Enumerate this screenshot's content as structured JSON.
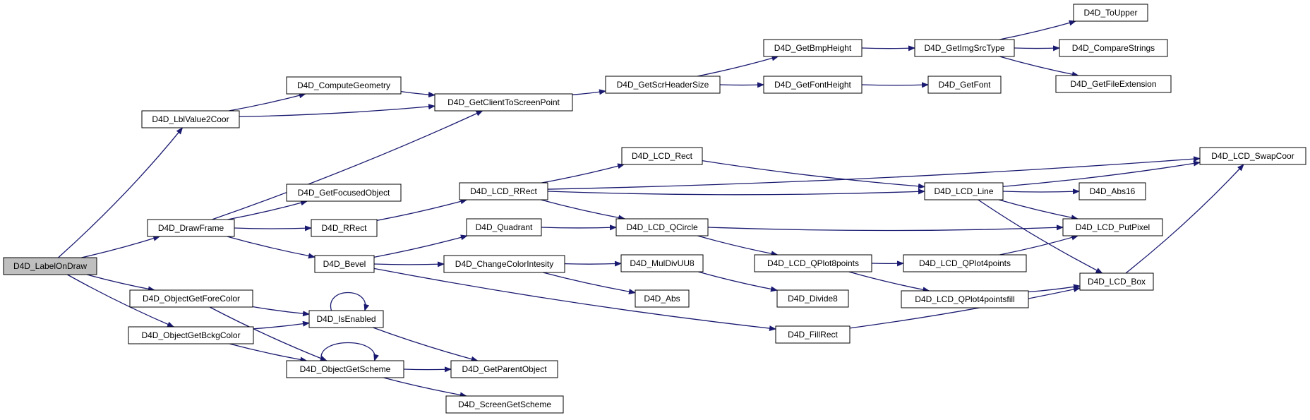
{
  "diagram": {
    "colors": {
      "edge": "#191970",
      "root_fill": "#bfbfbf",
      "node_fill": "#ffffff",
      "node_stroke": "#000000"
    },
    "nodes": [
      {
        "id": "LabelOnDraw",
        "label": "D4D_LabelOnDraw",
        "root": true
      },
      {
        "id": "LblValue2Coor",
        "label": "D4D_LblValue2Coor"
      },
      {
        "id": "DrawFrame",
        "label": "D4D_DrawFrame"
      },
      {
        "id": "ObjectGetForeColor",
        "label": "D4D_ObjectGetForeColor"
      },
      {
        "id": "ObjectGetBckgColor",
        "label": "D4D_ObjectGetBckgColor"
      },
      {
        "id": "ComputeGeometry",
        "label": "D4D_ComputeGeometry"
      },
      {
        "id": "GetFocusedObject",
        "label": "D4D_GetFocusedObject"
      },
      {
        "id": "RRect",
        "label": "D4D_RRect"
      },
      {
        "id": "Bevel",
        "label": "D4D_Bevel"
      },
      {
        "id": "IsEnabled",
        "label": "D4D_IsEnabled"
      },
      {
        "id": "ObjectGetScheme",
        "label": "D4D_ObjectGetScheme"
      },
      {
        "id": "GetClientToScreenPoint",
        "label": "D4D_GetClientToScreenPoint"
      },
      {
        "id": "LCD_RRect",
        "label": "D4D_LCD_RRect"
      },
      {
        "id": "Quadrant",
        "label": "D4D_Quadrant"
      },
      {
        "id": "ChangeColorIntesity",
        "label": "D4D_ChangeColorIntesity"
      },
      {
        "id": "GetParentObject",
        "label": "D4D_GetParentObject"
      },
      {
        "id": "ScreenGetScheme",
        "label": "D4D_ScreenGetScheme"
      },
      {
        "id": "GetScrHeaderSize",
        "label": "D4D_GetScrHeaderSize"
      },
      {
        "id": "LCD_Rect",
        "label": "D4D_LCD_Rect"
      },
      {
        "id": "LCD_QCircle",
        "label": "D4D_LCD_QCircle"
      },
      {
        "id": "MulDivUU8",
        "label": "D4D_MulDivUU8"
      },
      {
        "id": "Abs",
        "label": "D4D_Abs"
      },
      {
        "id": "GetBmpHeight",
        "label": "D4D_GetBmpHeight"
      },
      {
        "id": "GetFontHeight",
        "label": "D4D_GetFontHeight"
      },
      {
        "id": "LCD_QPlot8points",
        "label": "D4D_LCD_QPlot8points"
      },
      {
        "id": "Divide8",
        "label": "D4D_Divide8"
      },
      {
        "id": "FillRect",
        "label": "D4D_FillRect"
      },
      {
        "id": "GetImgSrcType",
        "label": "D4D_GetImgSrcType"
      },
      {
        "id": "GetFont",
        "label": "D4D_GetFont"
      },
      {
        "id": "LCD_Line",
        "label": "D4D_LCD_Line"
      },
      {
        "id": "LCD_QPlot4points",
        "label": "D4D_LCD_QPlot4points"
      },
      {
        "id": "LCD_QPlot4pointsfill",
        "label": "D4D_LCD_QPlot4pointsfill"
      },
      {
        "id": "ToUpper",
        "label": "D4D_ToUpper"
      },
      {
        "id": "CompareStrings",
        "label": "D4D_CompareStrings"
      },
      {
        "id": "GetFileExtension",
        "label": "D4D_GetFileExtension"
      },
      {
        "id": "Abs16",
        "label": "D4D_Abs16"
      },
      {
        "id": "LCD_PutPixel",
        "label": "D4D_LCD_PutPixel"
      },
      {
        "id": "LCD_Box",
        "label": "D4D_LCD_Box"
      },
      {
        "id": "LCD_SwapCoor",
        "label": "D4D_LCD_SwapCoor"
      }
    ],
    "edges": [
      [
        "LabelOnDraw",
        "LblValue2Coor"
      ],
      [
        "LabelOnDraw",
        "DrawFrame"
      ],
      [
        "LabelOnDraw",
        "ObjectGetForeColor"
      ],
      [
        "LabelOnDraw",
        "ObjectGetBckgColor"
      ],
      [
        "LblValue2Coor",
        "ComputeGeometry"
      ],
      [
        "LblValue2Coor",
        "GetClientToScreenPoint"
      ],
      [
        "ComputeGeometry",
        "GetClientToScreenPoint"
      ],
      [
        "DrawFrame",
        "GetClientToScreenPoint"
      ],
      [
        "DrawFrame",
        "GetFocusedObject"
      ],
      [
        "DrawFrame",
        "RRect"
      ],
      [
        "DrawFrame",
        "Bevel"
      ],
      [
        "ObjectGetForeColor",
        "IsEnabled"
      ],
      [
        "ObjectGetForeColor",
        "ObjectGetScheme"
      ],
      [
        "ObjectGetBckgColor",
        "IsEnabled"
      ],
      [
        "ObjectGetBckgColor",
        "ObjectGetScheme"
      ],
      [
        "IsEnabled",
        "IsEnabled"
      ],
      [
        "IsEnabled",
        "GetParentObject"
      ],
      [
        "ObjectGetScheme",
        "ObjectGetScheme"
      ],
      [
        "ObjectGetScheme",
        "GetParentObject"
      ],
      [
        "ObjectGetScheme",
        "ScreenGetScheme"
      ],
      [
        "RRect",
        "LCD_RRect"
      ],
      [
        "Bevel",
        "Quadrant"
      ],
      [
        "Bevel",
        "ChangeColorIntesity"
      ],
      [
        "Bevel",
        "FillRect"
      ],
      [
        "GetClientToScreenPoint",
        "GetScrHeaderSize"
      ],
      [
        "GetScrHeaderSize",
        "GetBmpHeight"
      ],
      [
        "GetScrHeaderSize",
        "GetFontHeight"
      ],
      [
        "GetBmpHeight",
        "GetImgSrcType"
      ],
      [
        "GetImgSrcType",
        "ToUpper"
      ],
      [
        "GetImgSrcType",
        "CompareStrings"
      ],
      [
        "GetImgSrcType",
        "GetFileExtension"
      ],
      [
        "GetFontHeight",
        "GetFont"
      ],
      [
        "LCD_RRect",
        "LCD_SwapCoor"
      ],
      [
        "LCD_RRect",
        "LCD_Rect"
      ],
      [
        "LCD_RRect",
        "LCD_Line"
      ],
      [
        "LCD_RRect",
        "LCD_QCircle"
      ],
      [
        "LCD_Rect",
        "LCD_Line"
      ],
      [
        "Quadrant",
        "LCD_QCircle"
      ],
      [
        "LCD_QCircle",
        "LCD_PutPixel"
      ],
      [
        "LCD_QCircle",
        "LCD_QPlot8points"
      ],
      [
        "ChangeColorIntesity",
        "MulDivUU8"
      ],
      [
        "ChangeColorIntesity",
        "Abs"
      ],
      [
        "MulDivUU8",
        "Divide8"
      ],
      [
        "LCD_QPlot8points",
        "LCD_QPlot4points"
      ],
      [
        "LCD_QPlot8points",
        "LCD_QPlot4pointsfill"
      ],
      [
        "LCD_QPlot4points",
        "LCD_PutPixel"
      ],
      [
        "LCD_QPlot4pointsfill",
        "LCD_Box"
      ],
      [
        "FillRect",
        "LCD_Box"
      ],
      [
        "LCD_Line",
        "LCD_SwapCoor"
      ],
      [
        "LCD_Line",
        "Abs16"
      ],
      [
        "LCD_Line",
        "LCD_PutPixel"
      ],
      [
        "LCD_Line",
        "LCD_Box"
      ],
      [
        "LCD_Box",
        "LCD_SwapCoor"
      ]
    ]
  }
}
